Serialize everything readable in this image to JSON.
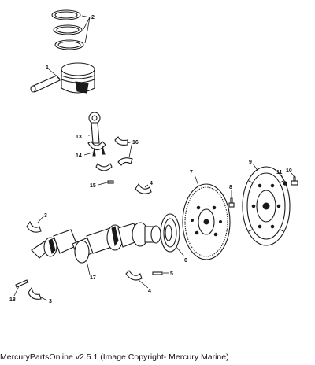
{
  "caption": "MercuryPartsOnline v2.5.1 (Image Copyright- Mercury Marine)",
  "callouts": {
    "c1": "1",
    "c2": "2",
    "c3a": "3",
    "c3b": "3",
    "c4a": "4",
    "c4b": "4",
    "c5": "5",
    "c6": "6",
    "c7": "7",
    "c8": "8",
    "c9": "9",
    "c10": "10",
    "c11": "11",
    "c13": "13",
    "c14": "14",
    "c15": "15",
    "c16": "16",
    "c17": "17",
    "c18": "18"
  }
}
